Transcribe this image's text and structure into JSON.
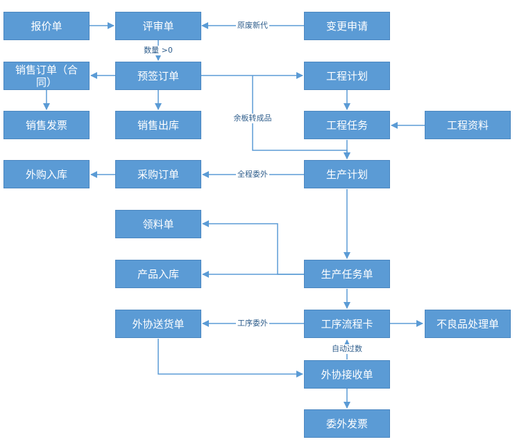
{
  "nodes": {
    "quote": "报价单",
    "review": "评审单",
    "change_request": "变更申请",
    "sales_order": "销售订单（合同）",
    "presign_order": "预签订单",
    "project_plan": "工程计划",
    "sales_invoice": "销售发票",
    "sales_outbound": "销售出库",
    "project_task": "工程任务",
    "project_material": "工程资料",
    "outsource_inbound": "外购入库",
    "purchase_order": "采购订单",
    "production_plan": "生产计划",
    "picking_list": "领料单",
    "product_inbound": "产品入库",
    "production_task": "生产任务单",
    "outsource_delivery": "外协送货单",
    "process_card": "工序流程卡",
    "defect_handling": "不良品处理单",
    "outsource_receipt": "外协接收单",
    "subcontract_invoice": "委外发票"
  },
  "edge_labels": {
    "change_to_review": "原废新代",
    "quantity": "数量 >0",
    "surplus": "余板转成品",
    "full_outsource": "全程委外",
    "process_outsource": "工序委外",
    "auto_count": "自动过数"
  },
  "colors": {
    "node_fill": "#5b9bd5",
    "node_border": "#4a86c0",
    "node_text": "#ffffff",
    "line": "#5b9bd5",
    "label_text": "#2f5e8c"
  }
}
